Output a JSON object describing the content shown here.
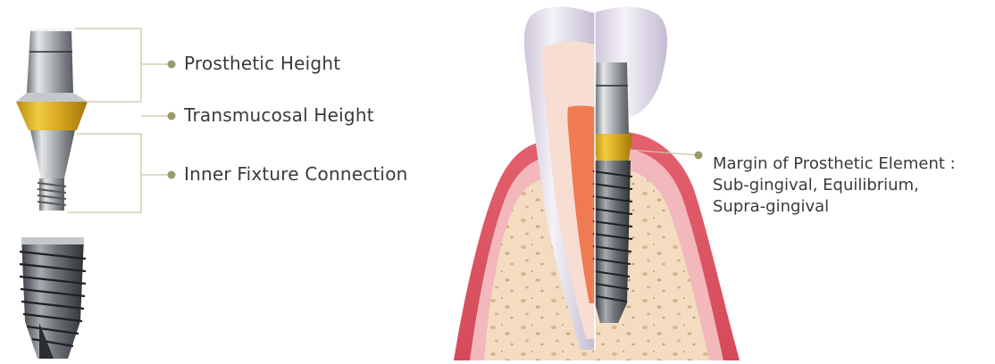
{
  "callouts": {
    "prosthetic_height": "Prosthetic Height",
    "transmucosal_height": "Transmucosal Height",
    "inner_fixture_connection": "Inner Fixture Connection"
  },
  "margin_callout": {
    "line1": "Margin of Prosthetic Element :",
    "line2": "Sub-gingival, Equilibrium,",
    "line3": "Supra-gingival"
  },
  "colors": {
    "callout_dot": "#9a9a6a",
    "bracket_line": "#c8c8a8",
    "collar_gold": "#d8a820",
    "gum_red": "#e05a68",
    "gum_pink": "#f2b8bc",
    "bone": "#f3dcc0",
    "enamel": "#eeeaf2",
    "pulp": "#f07a52",
    "titanium": "#b8bcc0"
  }
}
